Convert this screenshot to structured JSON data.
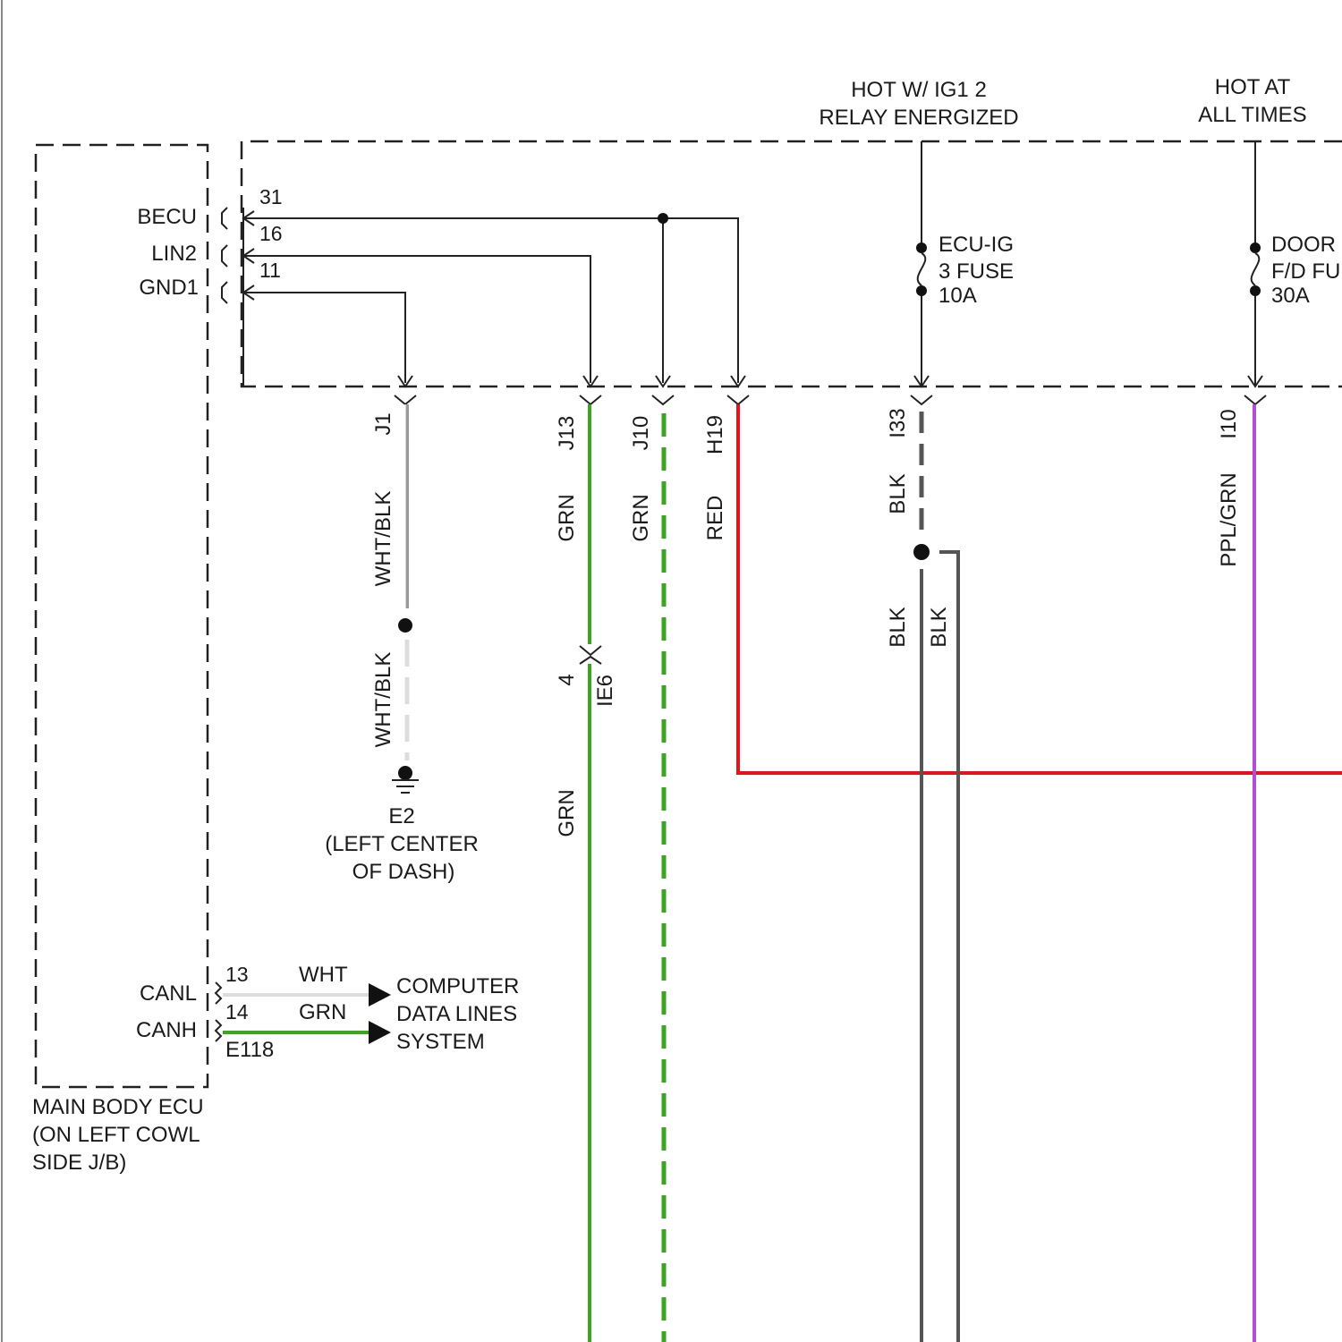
{
  "colors": {
    "GRN": "#3aa61f",
    "RED": "#e8101a",
    "BLK": "#555555",
    "WHT": "#dddddd",
    "WHT_BLK": "#9a9a9a",
    "PPL_GRN": "#b04fd0"
  },
  "power": {
    "ig": {
      "line1": "HOT W/ IG1 2",
      "line2": "RELAY ENERGIZED"
    },
    "batt": {
      "line1": "HOT AT",
      "line2": "ALL TIMES"
    }
  },
  "fuses": {
    "ecu_ig": {
      "name": "ECU-IG",
      "name2": "3 FUSE",
      "rating": "10A"
    },
    "door": {
      "name": "DOOR",
      "name2": "F/D FU",
      "rating": "30A"
    }
  },
  "ecu": {
    "pins": {
      "becu": {
        "name": "BECU",
        "num": "31"
      },
      "lin2": {
        "name": "LIN2",
        "num": "16"
      },
      "gnd1": {
        "name": "GND1",
        "num": "11"
      },
      "canl": {
        "name": "CANL",
        "num": "13",
        "wire": "WHT"
      },
      "canh": {
        "name": "CANH",
        "num": "14",
        "wire": "GRN"
      }
    },
    "connector": "E118",
    "label": [
      "MAIN BODY ECU",
      "(ON LEFT COWL",
      "SIDE J/B)"
    ]
  },
  "data_lines": [
    "COMPUTER",
    "DATA LINES",
    "SYSTEM"
  ],
  "connectors": [
    "J1",
    "J13",
    "J10",
    "H19",
    "I33",
    "I10"
  ],
  "wires": {
    "j1": "WHT/BLK",
    "j1_ground": "WHT/BLK",
    "j13": "GRN",
    "j13_lower": "GRN",
    "j10": "GRN",
    "h19": "RED",
    "i33": "BLK",
    "i33_a": "BLK",
    "i33_b": "BLK",
    "i10": "PPL/GRN"
  },
  "ie6": {
    "connector": "IE6",
    "pin": "4"
  },
  "ground": {
    "name": "E2",
    "line2": "(LEFT CENTER",
    "line3": "OF DASH)"
  }
}
